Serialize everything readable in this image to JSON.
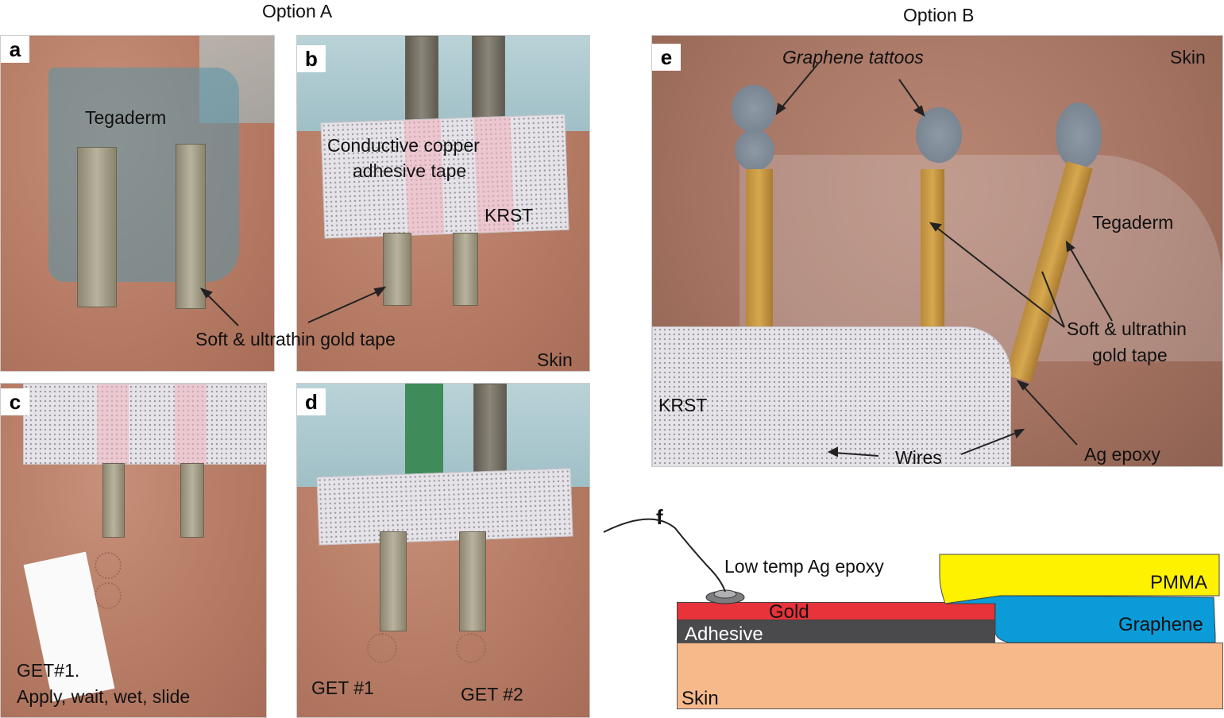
{
  "headers": {
    "option_a": "Option A",
    "option_b": "Option B"
  },
  "panels": {
    "a": {
      "letter": "a",
      "tegaderm": "Tegaderm",
      "gold_tape": "Soft & ultrathin gold tape"
    },
    "b": {
      "letter": "b",
      "copper_line1": "Conductive copper",
      "copper_line2": "adhesive tape",
      "krst": "KRST",
      "skin": "Skin"
    },
    "c": {
      "letter": "c",
      "get_line1": "GET#1.",
      "get_line2": "Apply, wait, wet, slide"
    },
    "d": {
      "letter": "d",
      "get1": "GET #1",
      "get2": "GET #2"
    },
    "e": {
      "letter": "e",
      "tattoos": "Graphene tattoos",
      "skin": "Skin",
      "tegaderm": "Tegaderm",
      "gold_line1": "Soft & ultrathin",
      "gold_line2": "gold tape",
      "krst": "KRST",
      "wires": "Wires",
      "ag_epoxy": "Ag epoxy"
    },
    "f": {
      "letter": "f",
      "epoxy": "Low temp Ag epoxy",
      "pmma": "PMMA",
      "gold": "Gold",
      "adhesive": "Adhesive",
      "graphene": "Graphene",
      "skin": "Skin"
    }
  },
  "colors": {
    "pmma": "#fff200",
    "gold": "#e8333a",
    "adhesive": "#4a4a4d",
    "graphene": "#0a9bd8",
    "skin": "#f7b98a"
  }
}
